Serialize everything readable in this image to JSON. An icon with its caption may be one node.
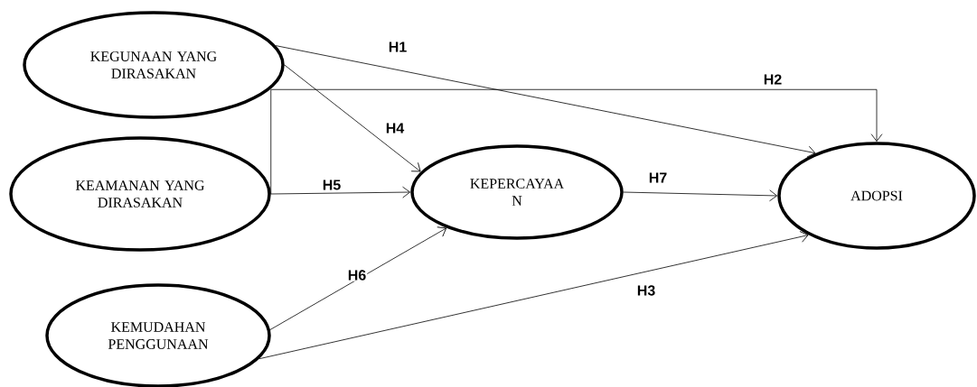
{
  "diagram": {
    "nodes": [
      {
        "text": [
          "KEGUNAAN YANG DIRASAKAN"
        ]
      },
      {
        "text": [
          "KEAMANAN YANG DIRASAKAN"
        ]
      },
      {
        "text": [
          "KEMUDAHAN PENGGUNAAN"
        ]
      },
      {
        "text": [
          "KEPERCAYAA N"
        ]
      },
      {
        "text": [
          "ADOPSI"
        ]
      }
    ],
    "edges": [
      {
        "from": 0,
        "to": 4,
        "arrow": "to",
        "label": "H1"
      },
      {
        "from": 1,
        "to": 4,
        "arrow": "to",
        "label": "H2"
      },
      {
        "from": 2,
        "to": 4,
        "arrow": "to",
        "label": "H3"
      },
      {
        "from": 0,
        "to": 3,
        "arrow": "to",
        "label": "H4"
      },
      {
        "from": 1,
        "to": 3,
        "arrow": "to",
        "label": "H5"
      },
      {
        "from": 2,
        "to": 3,
        "arrow": "to",
        "label": "H6"
      },
      {
        "from": 3,
        "to": 4,
        "arrow": "to",
        "label": "H7"
      }
    ]
  }
}
